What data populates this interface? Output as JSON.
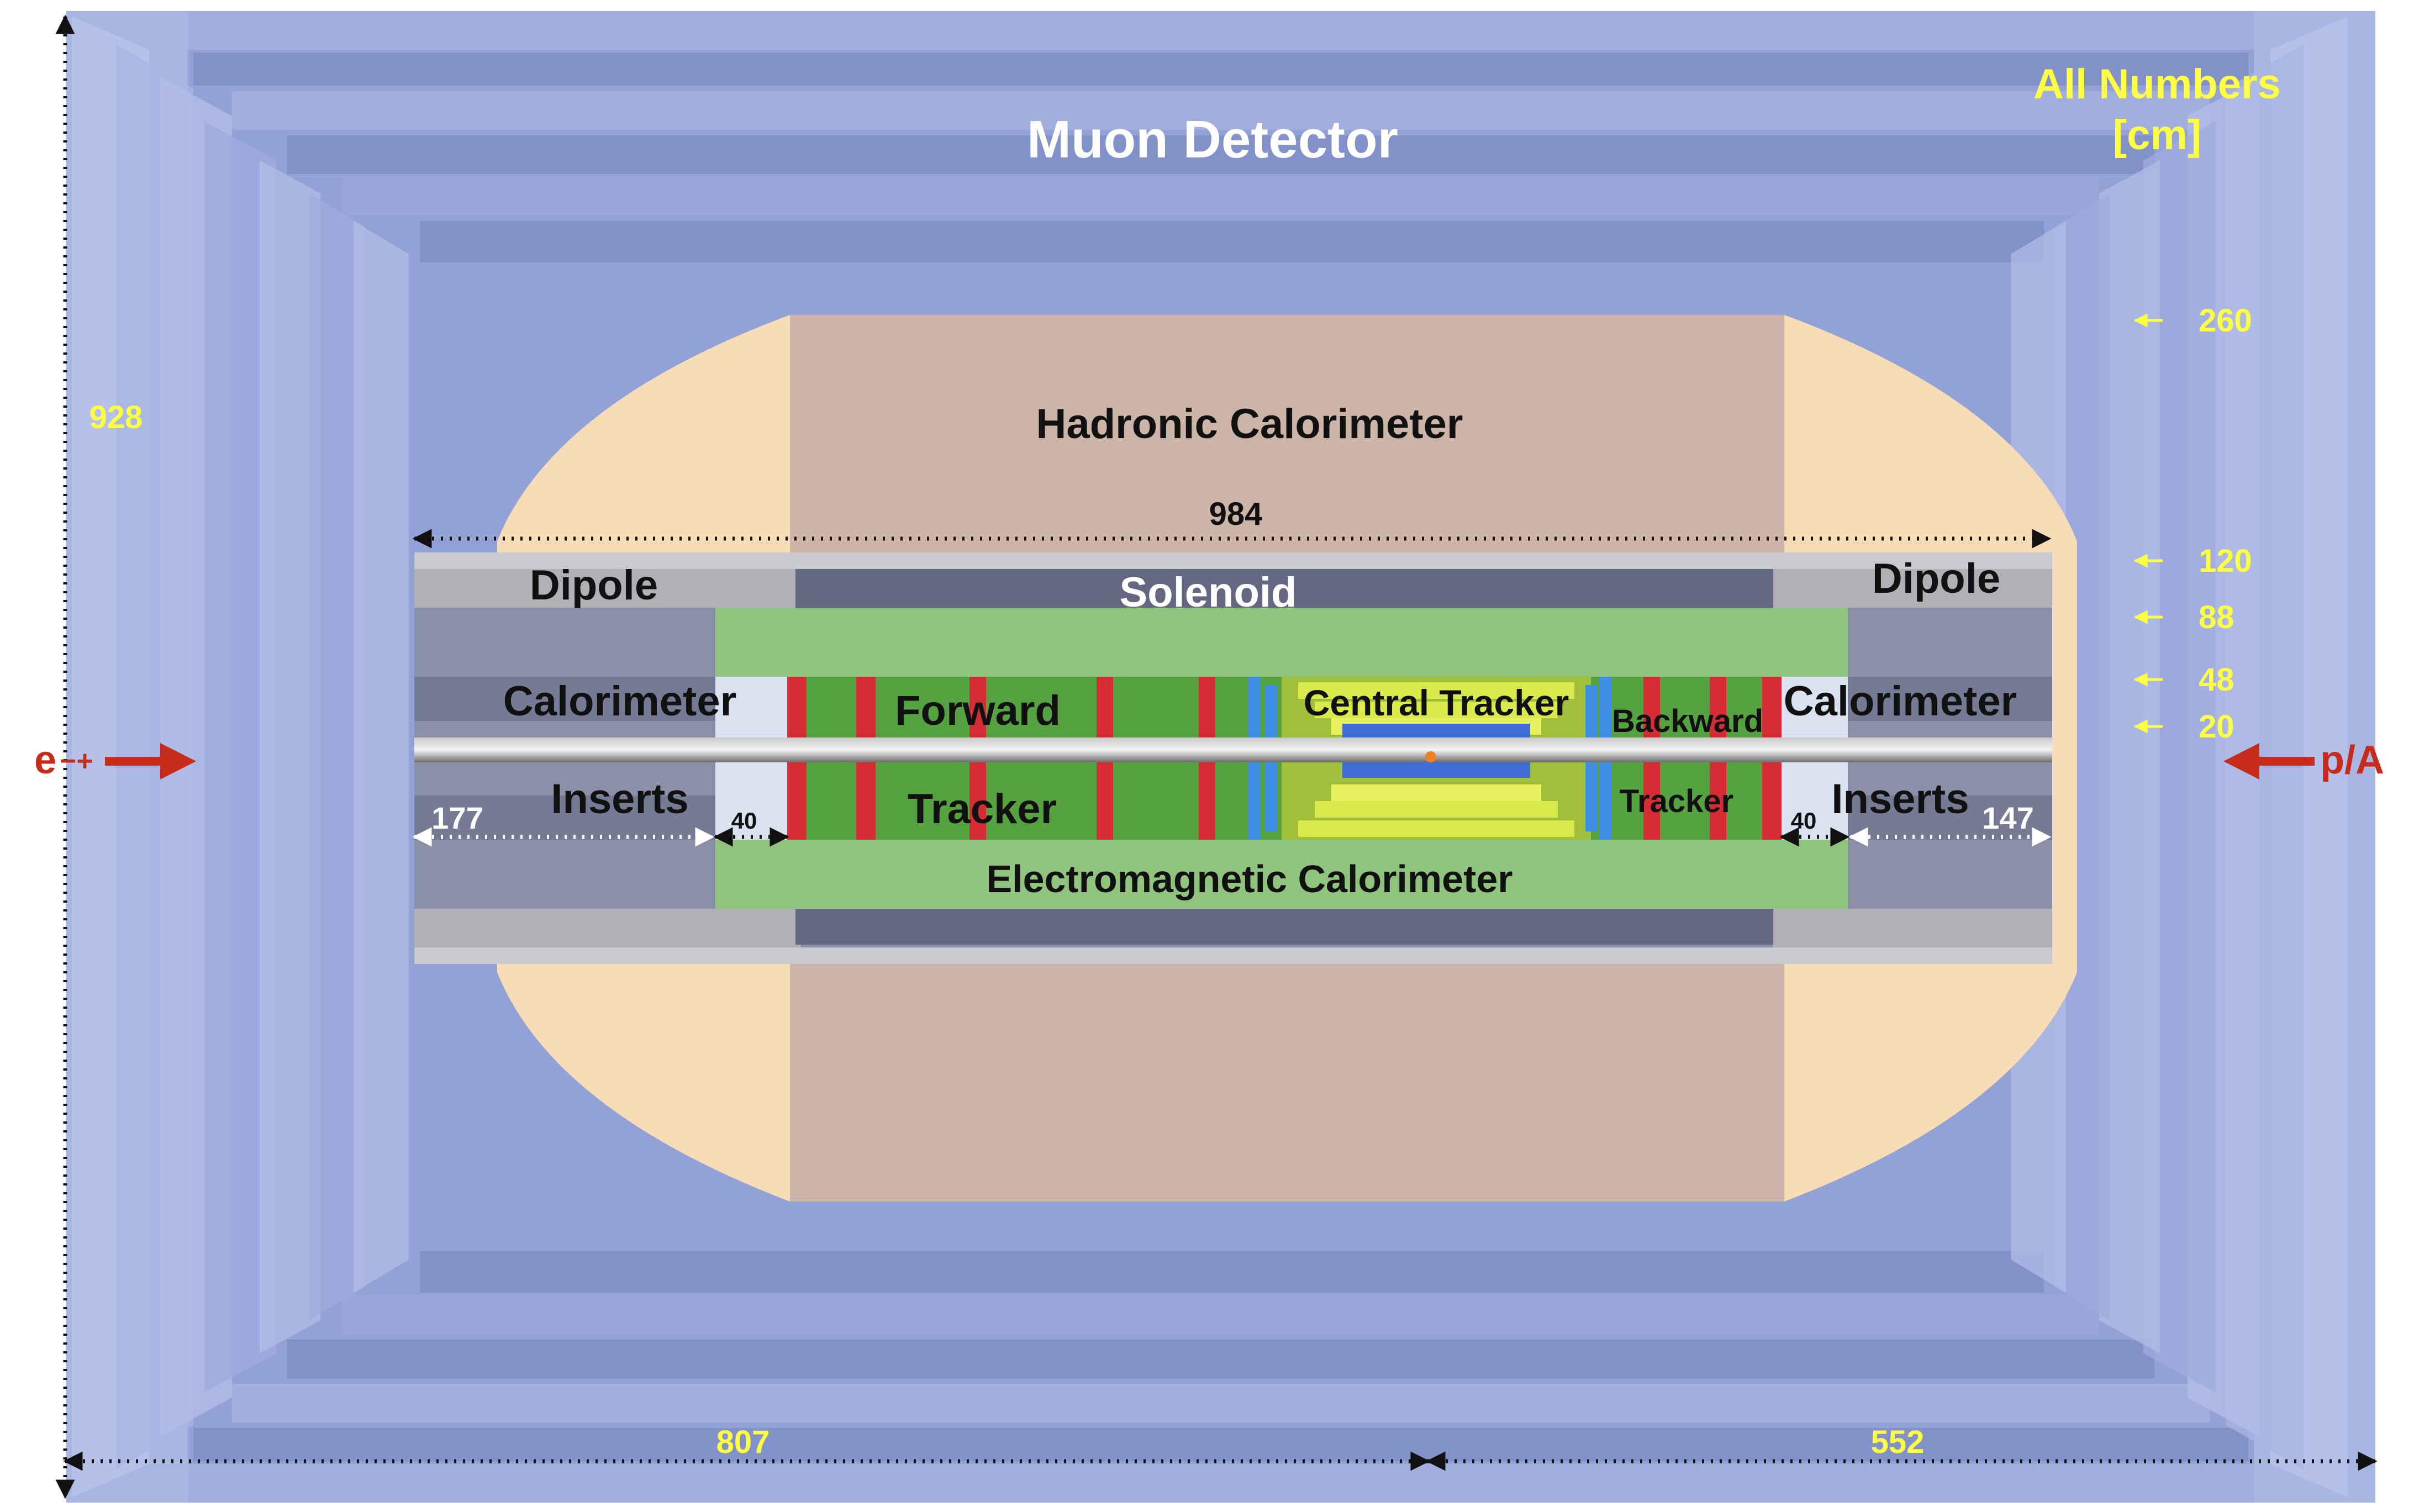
{
  "labels": {
    "muon_detector": "Muon Detector",
    "all_numbers": "All Numbers",
    "unit": "[cm]",
    "hadronic_calorimeter": "Hadronic Calorimeter",
    "solenoid": "Solenoid",
    "dipole_left": "Dipole",
    "dipole_right": "Dipole",
    "calorimeter_left": "Calorimeter",
    "calorimeter_right": "Calorimeter",
    "inserts_left": "Inserts",
    "inserts_right": "Inserts",
    "forward": "Forward",
    "forward_tracker": "Tracker",
    "central_tracker": "Central Tracker",
    "backward": "Backward",
    "backward_tracker": "Tracker",
    "electromagnetic_calorimeter": "Electromagnetic Calorimeter",
    "beam_left": "e",
    "beam_left_charge": "−+",
    "beam_right": "p/A"
  },
  "dimensions": {
    "total_height": "928",
    "barrel_length": "984",
    "left_length": "807",
    "right_length": "552",
    "insert_left": "177",
    "insert_right": "147",
    "gap_left": "40",
    "gap_right": "40"
  },
  "radii": [
    "260",
    "120",
    "88",
    "48",
    "20"
  ],
  "colors": {
    "muon": "#8f9fd0",
    "hadronic_cal": "#ccb5a8",
    "cap": "#f7dcb8",
    "em_cal": "#90c47e",
    "tracker_green": "#55a241",
    "red_disk": "#d62c36",
    "blue_disk": "#3f8fe6",
    "solenoid": "#636781",
    "dipole": "#b0b0b6",
    "insert": "#d8e2f0",
    "yellow": "#d9ea4a",
    "beam_arrow": "#c62b1b",
    "annotation": "#ffff44"
  }
}
